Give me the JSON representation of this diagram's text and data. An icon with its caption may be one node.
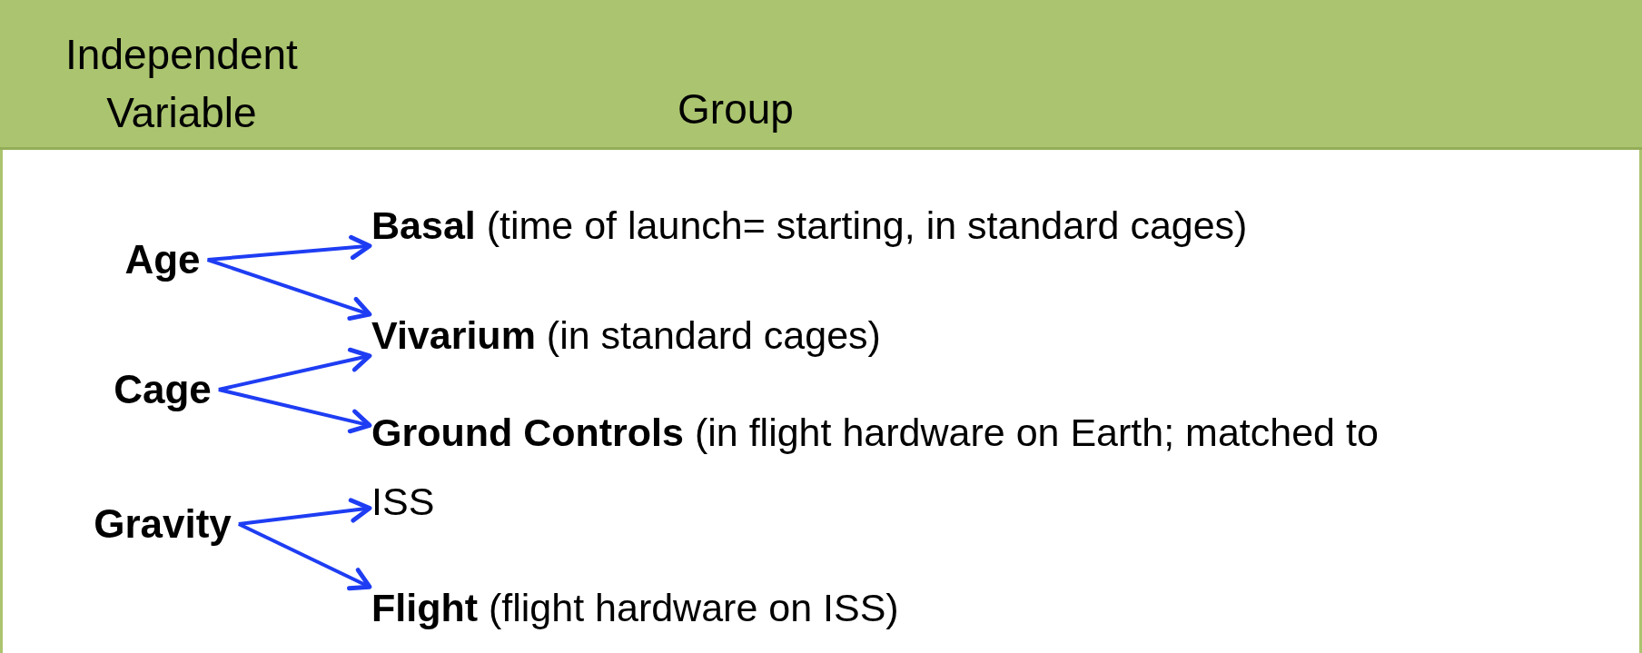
{
  "diagram": {
    "nodes": [
      {
        "text": [
          "Age"
        ]
      },
      {
        "text": [
          "Cage"
        ]
      },
      {
        "text": [
          "Gravity"
        ]
      },
      {
        "text": [
          "**Basal** (time of launch= starting, in standard cages)"
        ]
      },
      {
        "text": [
          "**Vivarium** (in standard cages)"
        ]
      },
      {
        "text": [
          "**Ground Controls** (in flight hardware on Earth; matched to ISS"
        ]
      },
      {
        "text": [
          "**Flight** (flight hardware on ISS)"
        ]
      }
    ],
    "edges": [
      {
        "from": 0,
        "to": 3,
        "arrow": "to"
      },
      {
        "from": 0,
        "to": 4,
        "arrow": "to"
      },
      {
        "from": 1,
        "to": 4,
        "arrow": "to"
      },
      {
        "from": 1,
        "to": 5,
        "arrow": "to"
      },
      {
        "from": 2,
        "to": 5,
        "arrow": "to"
      },
      {
        "from": 2,
        "to": 6,
        "arrow": "to"
      }
    ],
    "labels": [
      "Independent Variable",
      "Group"
    ]
  }
}
